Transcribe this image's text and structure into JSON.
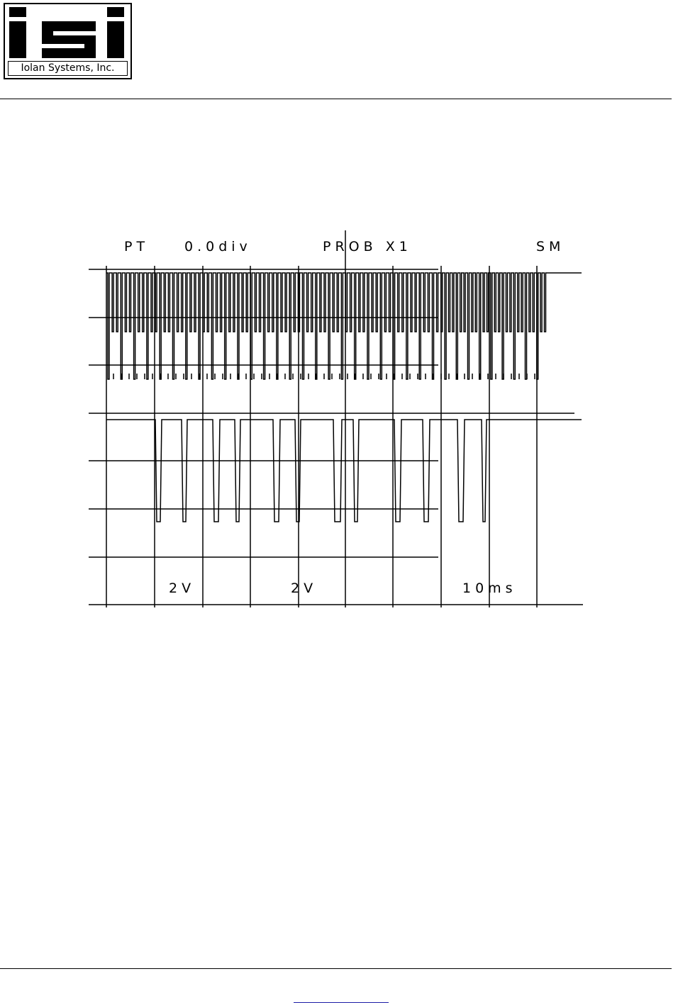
{
  "header": {
    "logo_letters": "iSi",
    "company_name": "Iolan Systems, Inc."
  },
  "scope": {
    "top_labels": [
      "PT",
      "0.0div",
      "PROB X1",
      "SM"
    ],
    "bottom_labels": [
      "2V",
      "2V",
      "10ms"
    ]
  },
  "colors": {
    "ink": "#000000",
    "link": "#1a1aa6"
  }
}
